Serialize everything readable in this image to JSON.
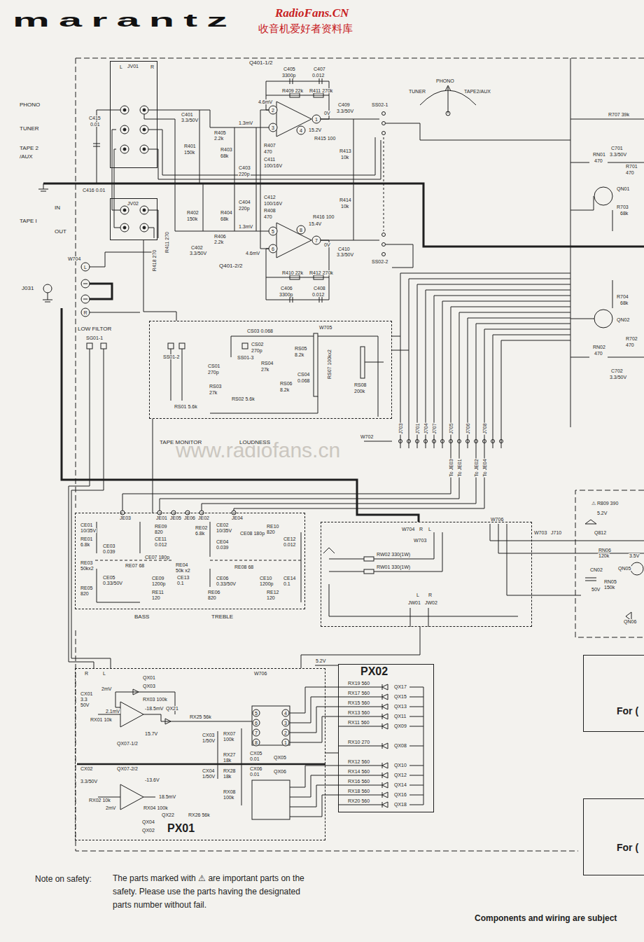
{
  "diagram": {
    "title": "marantz",
    "nodes": [
      {
        "text": [
          "JV01"
        ]
      },
      {
        "text": [
          "JV02"
        ]
      },
      {
        "text": [
          "TAPE MONITOR",
          "LOUDNESS"
        ]
      },
      {
        "text": [
          "BASS",
          "TREBLE"
        ]
      },
      {
        "text": [
          "RW02 330(1W)",
          "RW01 330(1W)"
        ]
      },
      {
        "text": [
          "PX01"
        ]
      },
      {
        "text": [
          "PX02"
        ]
      },
      {
        "text": [
          "For ("
        ]
      },
      {
        "text": [
          "For ("
        ]
      }
    ],
    "edges": [
      {
        "from": 1,
        "to": 2,
        "arrow": "none"
      },
      {
        "from": 2,
        "to": 3,
        "arrow": "none"
      },
      {
        "from": 4,
        "to": 5,
        "arrow": "none"
      },
      {
        "from": 5,
        "to": 6,
        "arrow": "none"
      }
    ],
    "labels": [
      "RadioFans.CN",
      "收音机爱好者资料库",
      "PHONO",
      "TUNER",
      "TAPE 2",
      "/AUX",
      "IN",
      "TAPE I",
      "OUT",
      "J031",
      "L",
      "R",
      "C415",
      "0.01",
      "C416 0.01",
      "Q401-1/2",
      "C405",
      "3300p",
      "C407",
      "0.012",
      "R409 22k",
      "R411 270k",
      "4.6mV",
      "1.3mV",
      "2",
      "3",
      "1",
      "4",
      "0V",
      "15.2V",
      "R415 100",
      "C409",
      "3.3/50V",
      "SS02-1",
      "C401",
      "3.3/50V",
      "R405",
      "2.2k",
      "R401",
      "150k",
      "R403",
      "68k",
      "R407",
      "470",
      "C411",
      "100/16V",
      "C403",
      "220p",
      "R413",
      "10k",
      "C404",
      "220p",
      "C412",
      "100/16V",
      "R408",
      "470",
      "R414",
      "10k",
      "R402",
      "150k",
      "R404",
      "68k",
      "R406",
      "2.2k",
      "R416 100",
      "1.3mV",
      "4.6mV",
      "5",
      "6",
      "7",
      "8",
      "15.4V",
      "0V",
      "C402",
      "3.3/50V",
      "C410",
      "3.3/50V",
      "SS02-2",
      "Q401-2/2",
      "R410 22k",
      "R412 270k",
      "C406",
      "3300p",
      "C408",
      "0.012",
      "R418 270",
      "R411 270",
      "W704",
      "L",
      "R",
      "TUNER",
      "PHONO",
      "TAPE2/AUX",
      "R707 39k",
      "RN01",
      "470",
      "C701",
      "3.3/50V",
      "R701",
      "470",
      "QN01",
      "R703",
      "68k",
      "R704",
      "68k",
      "QN02",
      "R702",
      "470",
      "RN02",
      "470",
      "C702",
      "3.3/50V",
      "LOW FILTOR",
      "SG01-1",
      "W705",
      "CS03 0.068",
      "CS02",
      "270p",
      "RS05",
      "8.2k",
      "RS07 100kx2",
      "SS01-3",
      "RS04",
      "27k",
      "RS08",
      "200k",
      "CS01",
      "270p",
      "RS06",
      "8.2k",
      "CS04",
      "0.068",
      "RS03",
      "27k",
      "RS02 5.6k",
      "RS01 5.6k",
      "SS01-2",
      "W702",
      "J703",
      "J701",
      "J704",
      "J707",
      "J705",
      "J706",
      "J708",
      "To JE03",
      "To JE01",
      "To JE02",
      "To JE04",
      "www.radiofans.cn",
      "JE03",
      "JE01",
      "JE05",
      "JE06",
      "JE02",
      "JE04",
      "CE01",
      "10/35V",
      "RE01",
      "6.8k",
      "CE03",
      "0.039",
      "RE09",
      "820",
      "CE11",
      "0.012",
      "CE07 180p",
      "RE07 68",
      "RE03",
      "50kx2",
      "RE04",
      "50k x2",
      "CE05",
      "0.33/50V",
      "CE09",
      "1200p",
      "CE13",
      "0.1",
      "RE05",
      "820",
      "RE11",
      "120",
      "RE02",
      "6.8k",
      "CE02",
      "10/35V",
      "CE04",
      "0.039",
      "CE08 180p",
      "RE10",
      "820",
      "CE12",
      "0.012",
      "RE08 68",
      "CE06",
      "0.33/50V",
      "CE10",
      "1200p",
      "CE14",
      "0.1",
      "RE06",
      "820",
      "RE12",
      "120",
      "W704",
      "R",
      "L",
      "W703",
      "L",
      "R",
      "JW01",
      "JW02",
      "W706",
      "W703",
      "J710",
      "⚠ R809 390",
      "5.2V",
      "Q812",
      "RN06",
      "120k",
      "3.5V",
      "QN05",
      "CN02",
      "50V",
      "RN05",
      "150k",
      "QN06",
      "W706",
      "R",
      "L",
      "5.2V",
      "QX01",
      "QX03",
      "CX01",
      "3.3",
      "50V",
      "2mV",
      "RX03 100k",
      "-18.5mV",
      "2.1mV",
      "RX01 10k",
      "15.7V",
      "QX07-1/2",
      "QX21",
      "RX25 56k",
      "RX07",
      "100k",
      "RX27",
      "18k",
      "CX03",
      "1/50V",
      "CX05",
      "0.01",
      "QX05",
      "CX04",
      "1/50V",
      "RX28",
      "18k",
      "RX08",
      "100k",
      "CX06",
      "0.01",
      "QX06",
      "CX02",
      "3.3/50V",
      "QX07-2/2",
      "-13.6V",
      "18.5mV",
      "RX02 10k",
      "2mV",
      "RX04 100k",
      "QX22",
      "RX26 56k",
      "QX04",
      "QX02",
      "5",
      "6",
      "7",
      "8",
      "4",
      "3",
      "2",
      "1",
      "RX19 560",
      "QX17",
      "RX17 560",
      "QX15",
      "RX15 560",
      "QX13",
      "RX13 560",
      "QX11",
      "RX11 560",
      "QX09",
      "RX10 270",
      "QX08",
      "RX12 560",
      "QX10",
      "RX14 560",
      "QX12",
      "RX16 560",
      "QX14",
      "RX18 560",
      "QX16",
      "RX20 560",
      "QX18",
      "Note on safety:",
      "The parts marked with ⚠ are important parts on the safety. Please use the parts having the designated parts number without fail.",
      "Components and wiring are subject"
    ]
  }
}
